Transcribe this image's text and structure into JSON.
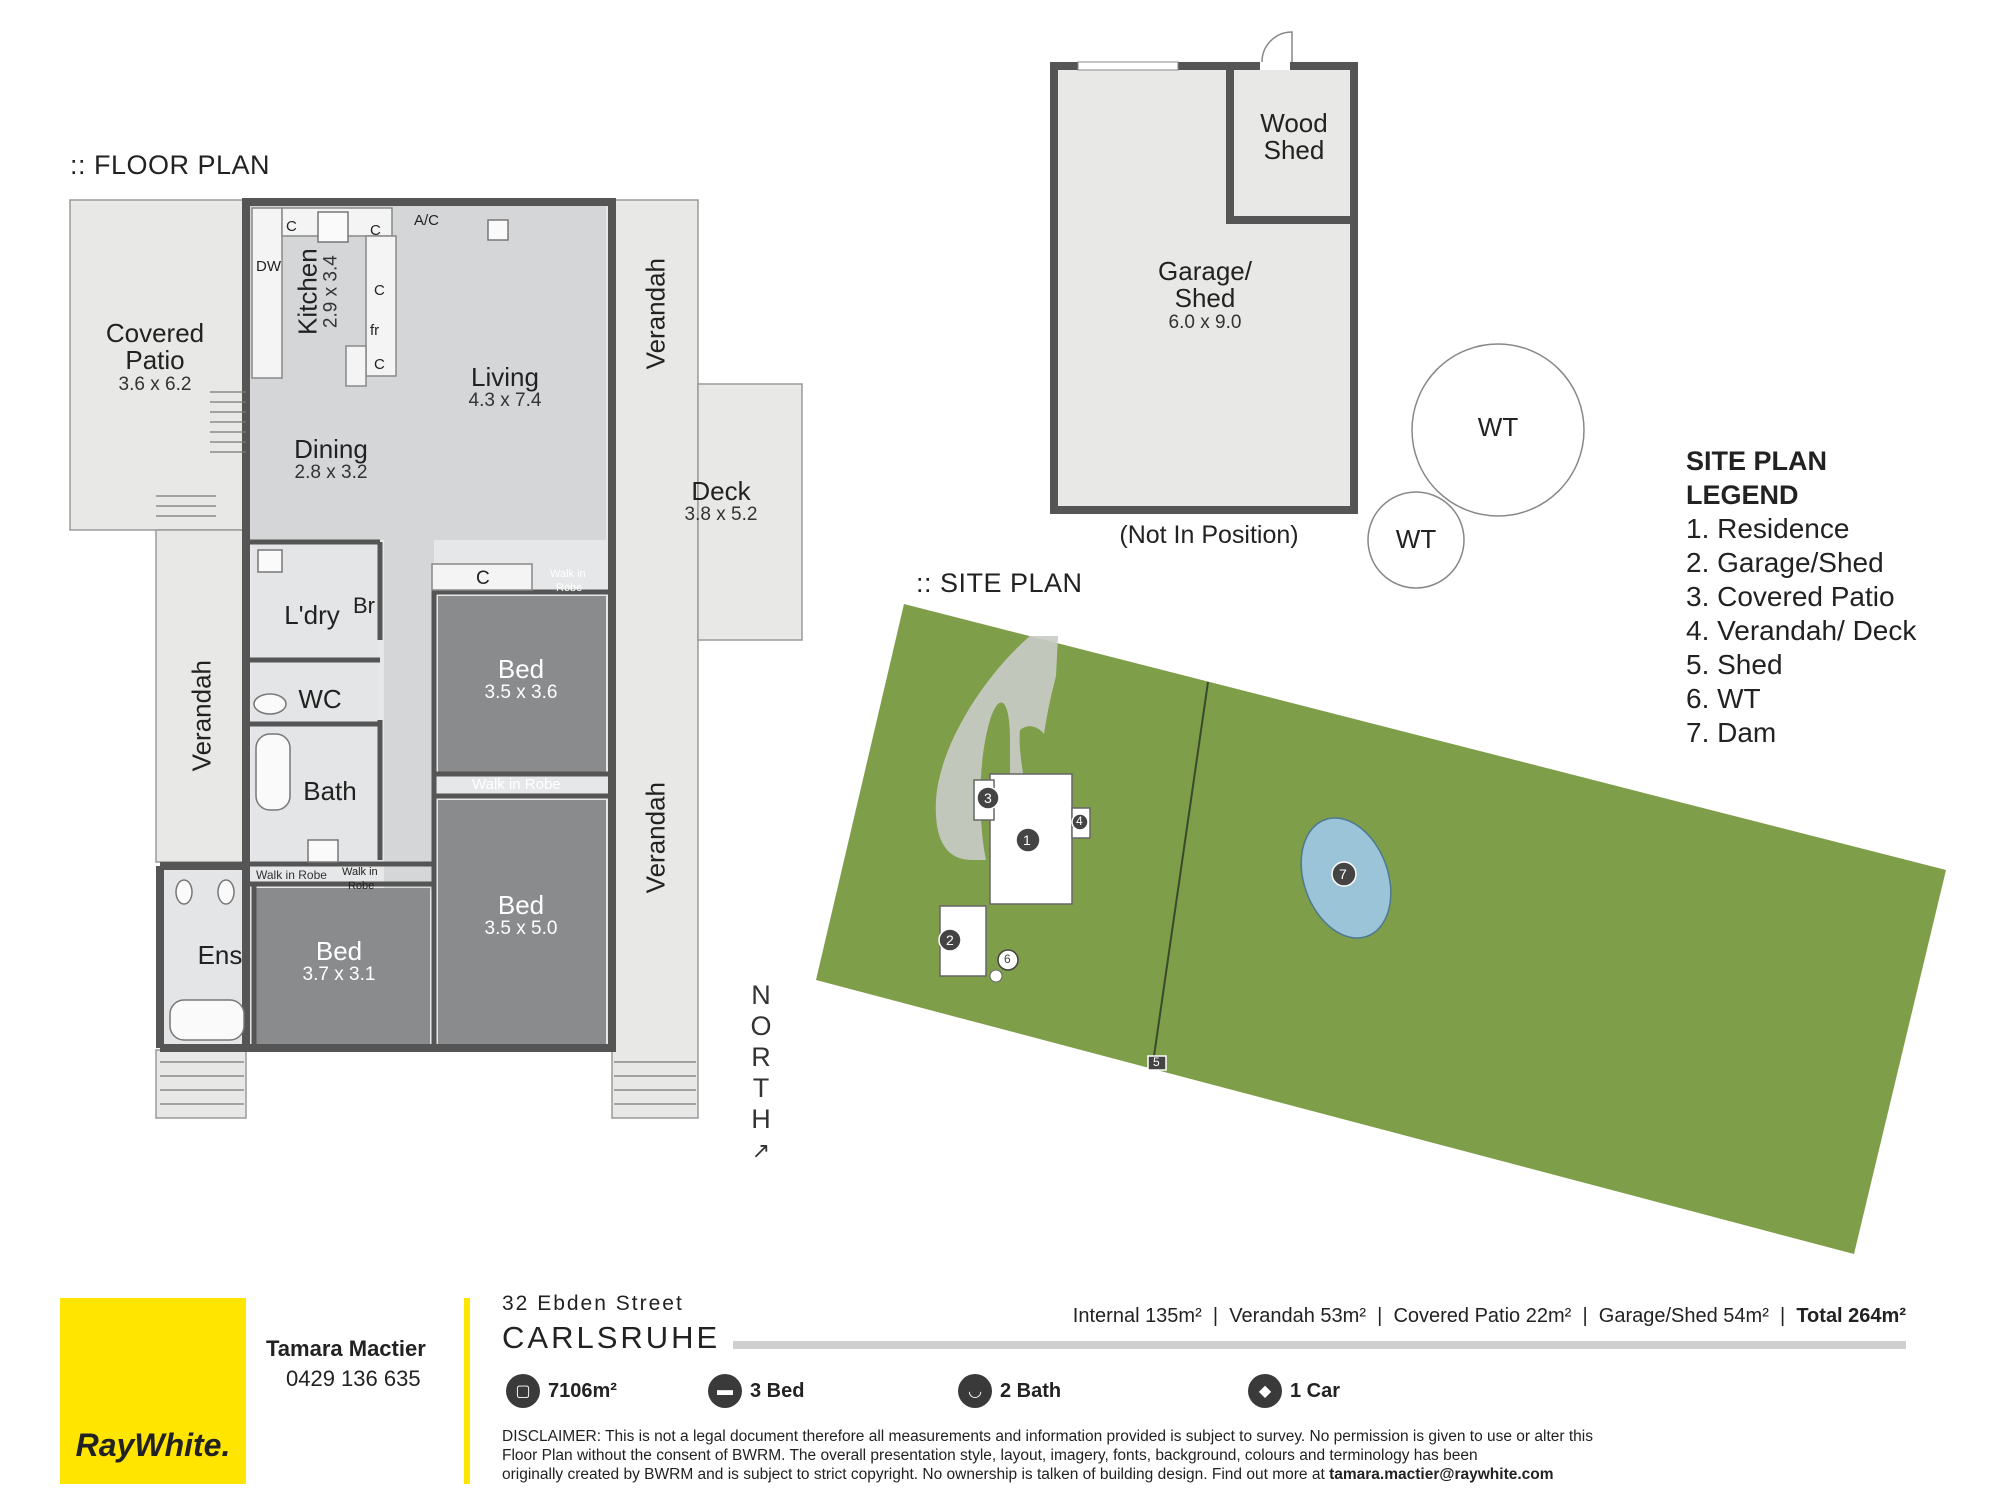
{
  "floor_plan": {
    "title": ":: FLOOR PLAN",
    "rooms": {
      "covered_patio": {
        "name": "Covered\nPatio",
        "name1": "Covered",
        "name2": "Patio",
        "dims": "3.6 x 6.2"
      },
      "kitchen": {
        "name": "Kitchen",
        "dims": "2.9 x 3.4"
      },
      "living": {
        "name": "Living",
        "dims": "4.3 x 7.4"
      },
      "dining": {
        "name": "Dining",
        "dims": "2.8 x 3.2"
      },
      "deck": {
        "name": "Deck",
        "dims": "3.8 x 5.2"
      },
      "laundry": {
        "name": "L'dry"
      },
      "broom": {
        "name": "Br"
      },
      "wc": {
        "name": "WC"
      },
      "bath": {
        "name": "Bath"
      },
      "bed1": {
        "name": "Bed",
        "dims": "3.5 x 3.6"
      },
      "bed2": {
        "name": "Bed",
        "dims": "3.5 x 5.0"
      },
      "bed3": {
        "name": "Bed",
        "dims": "3.7 x 3.1"
      },
      "ensuite": {
        "name": "Ens"
      },
      "verandah_left": {
        "name": "Verandah"
      },
      "verandah_top": {
        "name": "Verandah"
      },
      "verandah_bottom": {
        "name": "Verandah"
      }
    },
    "fixtures": {
      "ac": "A/C",
      "dw": "DW",
      "fr": "fr",
      "c": "C",
      "walk_in_robe": "Walk in Robe",
      "walk_in": "Walk in",
      "robe": "Robe"
    }
  },
  "garage": {
    "garage_name1": "Garage/",
    "garage_name2": "Shed",
    "garage_dims": "6.0 x 9.0",
    "wood1": "Wood",
    "wood2": "Shed",
    "note": "(Not In Position)",
    "wt": "WT"
  },
  "site_plan": {
    "title": ":: SITE PLAN",
    "markers": [
      "1",
      "2",
      "3",
      "4",
      "5",
      "6",
      "7"
    ]
  },
  "legend": {
    "title1": "SITE PLAN",
    "title2": "LEGEND",
    "items": [
      "1. Residence",
      "2. Garage/Shed",
      "3. Covered Patio",
      "4. Verandah/ Deck",
      "5. Shed",
      "6. WT",
      "7. Dam"
    ]
  },
  "north": [
    "N",
    "O",
    "R",
    "T",
    "H"
  ],
  "footer": {
    "brand": "RayWhite.",
    "agent_name": "Tamara Mactier",
    "agent_phone": "0429 136 635",
    "street": "32 Ebden Street",
    "suburb": "CARLSRUHE",
    "areas": {
      "internal": "Internal 135m²",
      "verandah": "Verandah 53m²",
      "covered_patio": "Covered Patio 22m²",
      "garage": "Garage/Shed 54m²",
      "total": "Total 264m²",
      "sep": "|"
    },
    "features": {
      "land": "7106m²",
      "bed": "3 Bed",
      "bath": "2 Bath",
      "car": "1 Car"
    },
    "disclaimer_line1": "DISCLAIMER: This is not a legal document therefore all measurements and information provided is subject to survey. No permission is given to use or alter this",
    "disclaimer_line2": "Floor Plan without the consent of BWRM. The overall presentation style, layout, imagery, fonts, background, colours and terminology has been",
    "disclaimer_line3": "originally created by BWRM and is subject to strict copyright. No ownership is talken of building design. Find out more at",
    "disclaimer_email": "tamara.mactier@raywhite.com"
  }
}
